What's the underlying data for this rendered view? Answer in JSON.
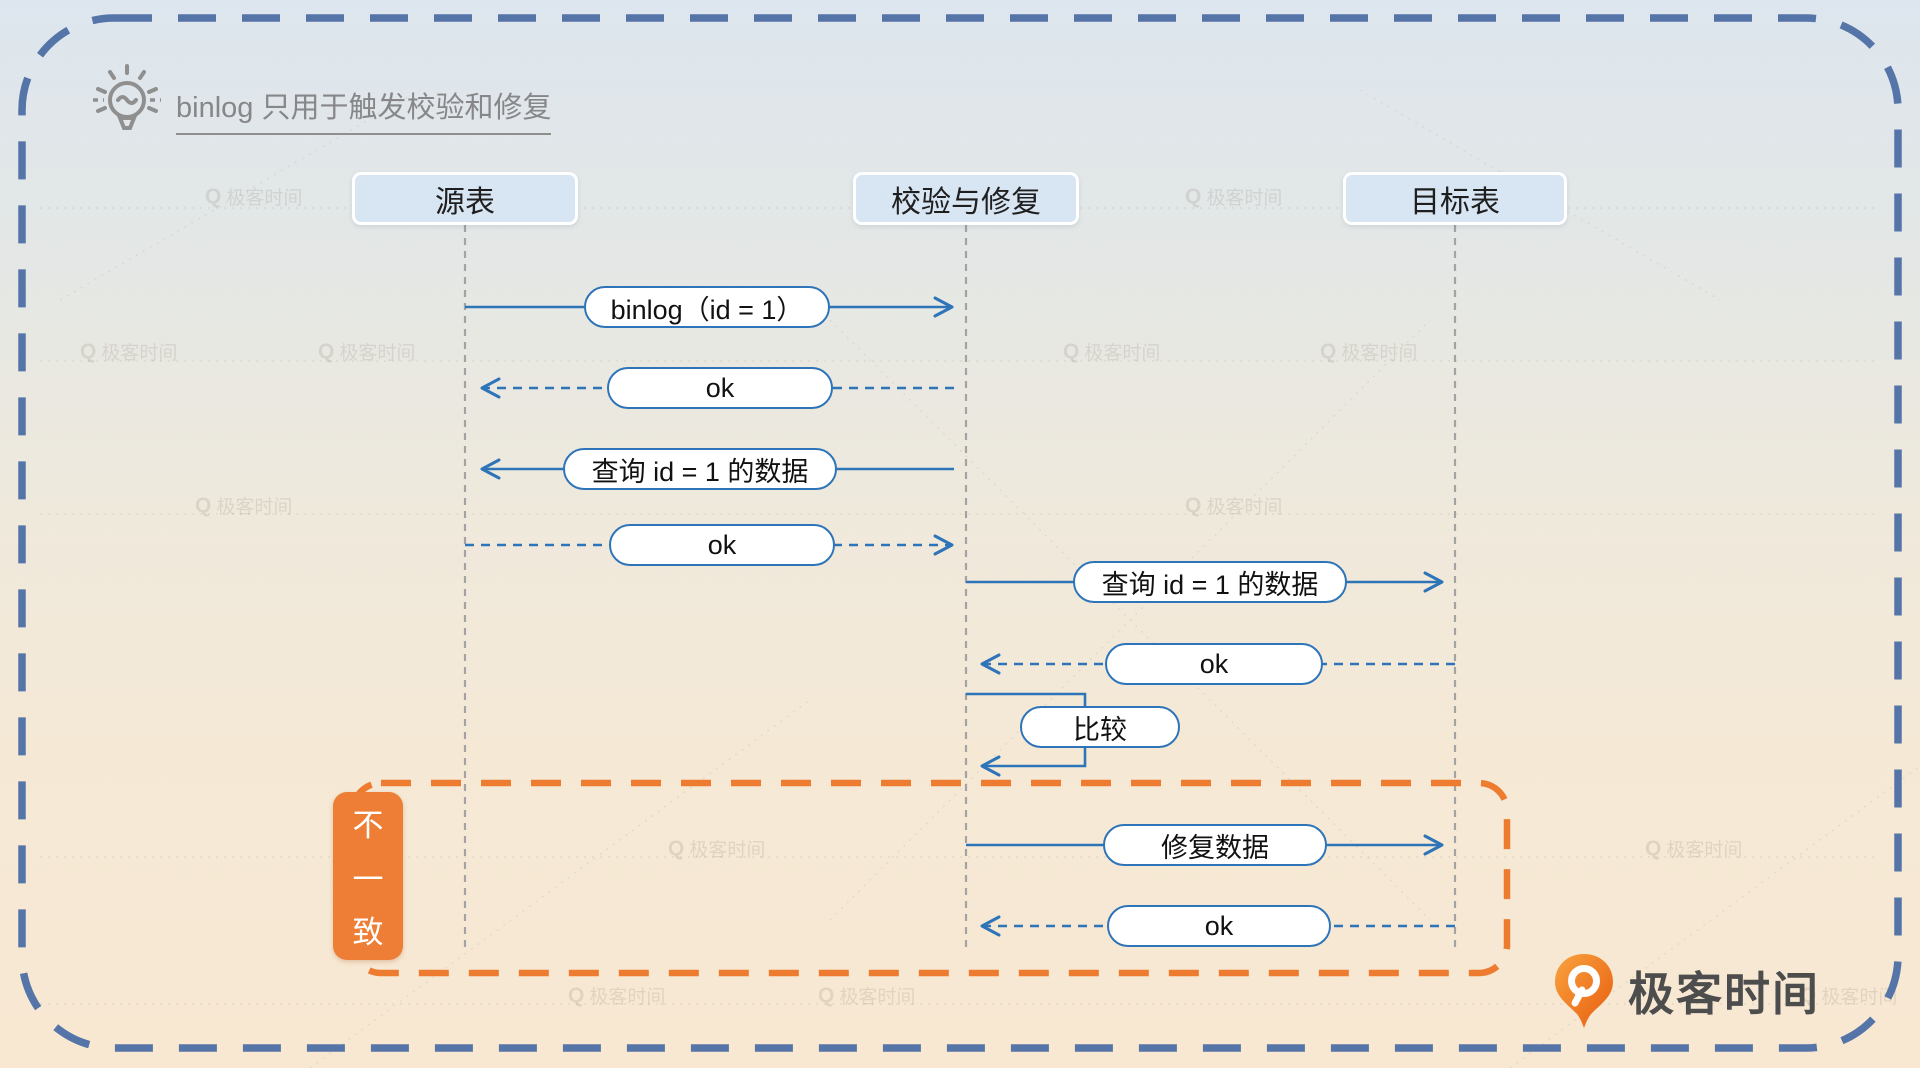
{
  "title": {
    "text": "binlog 只用于触发校验和修复"
  },
  "actors": [
    {
      "label": "源表"
    },
    {
      "label": "校验与修复"
    },
    {
      "label": "目标表"
    }
  ],
  "messages": [
    {
      "label": "binlog（id = 1）",
      "from": "源表",
      "to": "校验与修复",
      "line": "solid"
    },
    {
      "label": "ok",
      "from": "校验与修复",
      "to": "源表",
      "line": "dashed"
    },
    {
      "label": "查询 id = 1 的数据",
      "from": "校验与修复",
      "to": "源表",
      "line": "solid"
    },
    {
      "label": "ok",
      "from": "源表",
      "to": "校验与修复",
      "line": "dashed"
    },
    {
      "label": "查询 id = 1 的数据",
      "from": "校验与修复",
      "to": "目标表",
      "line": "solid"
    },
    {
      "label": "ok",
      "from": "目标表",
      "to": "校验与修复",
      "line": "dashed"
    },
    {
      "label": "比较",
      "from": "校验与修复",
      "to": "校验与修复",
      "line": "self"
    },
    {
      "label": "修复数据",
      "from": "校验与修复",
      "to": "目标表",
      "line": "solid"
    },
    {
      "label": "ok",
      "from": "目标表",
      "to": "校验与修复",
      "line": "dashed"
    }
  ],
  "inconsistent_badge": {
    "text": "不一致",
    "chars": [
      "不",
      "一",
      "致"
    ]
  },
  "watermark": {
    "logo": "Q",
    "text": "极客时间"
  },
  "brand": {
    "name": "极客时间"
  },
  "colors": {
    "arrow_blue": "#2e74b8",
    "highlight_orange": "#ed7c30",
    "outer_border_blue": "#5574a8",
    "header_fill": "#d8e5f3",
    "badge_orange": "#ee7d35",
    "title_gray": "#87878a"
  }
}
